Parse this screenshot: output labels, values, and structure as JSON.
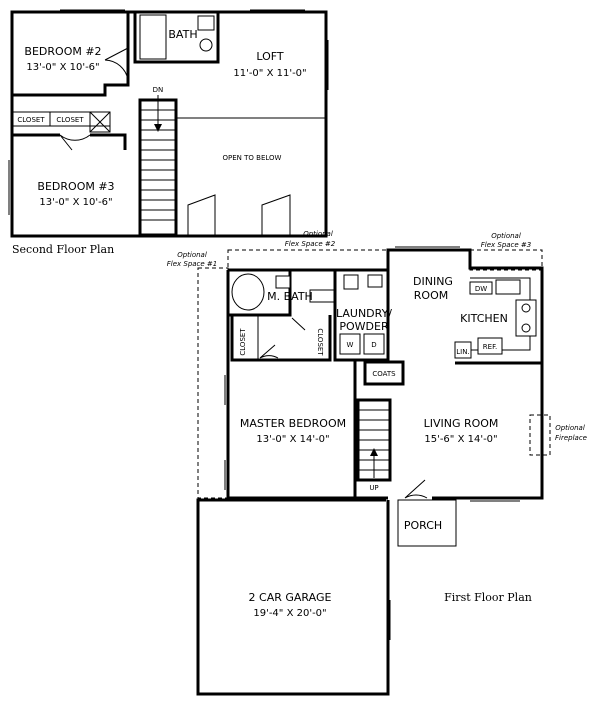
{
  "second_floor": {
    "caption": "Second Floor Plan",
    "bedroom2": {
      "name": "BEDROOM #2",
      "dims": "13'-0\" X 10'-6\""
    },
    "bath": "BATH",
    "loft": {
      "name": "LOFT",
      "dims": "11'-0\" X 11'-0\""
    },
    "closet_a": "CLOSET",
    "closet_b": "CLOSET",
    "stair_label": "DN",
    "open_label": "OPEN TO BELOW",
    "bedroom3": {
      "name": "BEDROOM #3",
      "dims": "13'-0\" X 10'-6\""
    },
    "flex2_line1": "Optional",
    "flex2_line2": "Flex Space #2"
  },
  "first_floor": {
    "caption": "First Floor Plan",
    "flex1_line1": "Optional",
    "flex1_line2": "Flex Space #1",
    "flex3_line1": "Optional",
    "flex3_line2": "Flex Space #3",
    "m_bath": "M. BATH",
    "laundry_line1": "LAUNDRY/",
    "laundry_line2": "POWDER",
    "washer": "W",
    "dryer": "D",
    "closet_left": "CLOSET",
    "closet_right": "CLOSET",
    "dining_line1": "DINING",
    "dining_line2": "ROOM",
    "dw": "DW",
    "kitchen": "KITCHEN",
    "lin": "LIN.",
    "ref": "REF.",
    "coats": "COATS",
    "master": {
      "name": "MASTER BEDROOM",
      "dims": "13'-0\" X 14'-0\""
    },
    "living": {
      "name": "LIVING ROOM",
      "dims": "15'-6\" X 14'-0\""
    },
    "fireplace_line1": "Optional",
    "fireplace_line2": "Fireplace",
    "stair_label": "UP",
    "porch": "PORCH",
    "garage": {
      "name": "2 CAR GARAGE",
      "dims": "19'-4\" X 20'-0\""
    }
  }
}
